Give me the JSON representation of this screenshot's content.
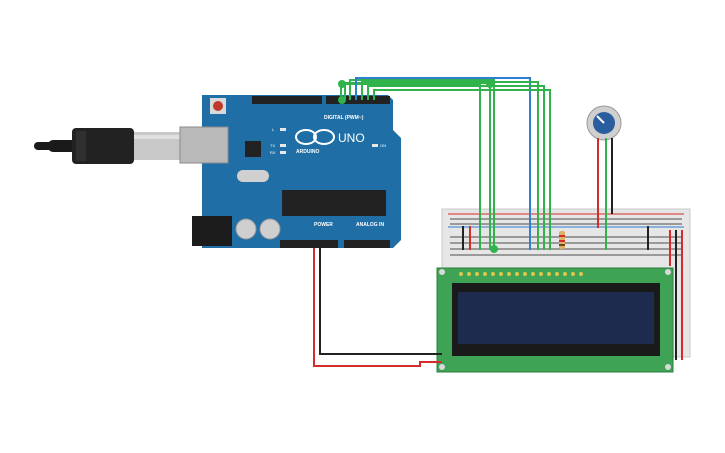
{
  "arduino": {
    "model": "UNO",
    "brand": "ARDUINO",
    "digital_label": "DIGITAL (PWM~)",
    "power_label": "POWER",
    "analog_label": "ANALOG IN",
    "led_labels": [
      "L",
      "TX",
      "RX"
    ],
    "on_label": "ON",
    "board_color": "#1f6fa6"
  },
  "usb_cable": {
    "color": "#1a1a1a"
  },
  "potentiometer": {
    "knob_color": "#2a5d9e"
  },
  "breadboard": {
    "color": "#e6e6e6"
  },
  "lcd": {
    "pcb_color": "#3fa356",
    "screen_color": "#1d2b4e"
  },
  "wires": {
    "green": "#2fb34a",
    "blue": "#2f7fd1",
    "red": "#d62b2b",
    "black": "#222222"
  }
}
